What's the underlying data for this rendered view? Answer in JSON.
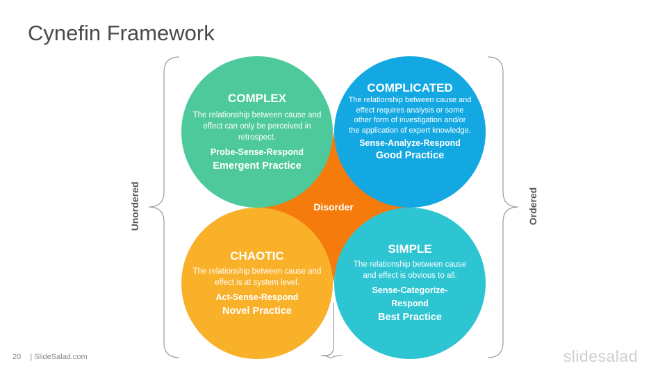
{
  "title": "Cynefin Framework",
  "quadrants": {
    "complex": {
      "title": "COMPLEX",
      "description": "The relationship between cause and effect can only be perceived in retrospect.",
      "method": "Probe-Sense-Respond",
      "practice": "Emergent Practice",
      "color": "#4dc99b"
    },
    "complicated": {
      "title": "COMPLICATED",
      "description": "The relationship between cause and effect requires analysis or some other form of investigation and/or the application of expert knowledge.",
      "method": "Sense-Analyze-Respond",
      "practice": "Good Practice",
      "color": "#14a8e2"
    },
    "chaotic": {
      "title": "CHAOTIC",
      "description": "The relationship between cause and effect is at system level.",
      "method": "Act-Sense-Respond",
      "practice": "Novel Practice",
      "color": "#f9b12a"
    },
    "simple": {
      "title": "SIMPLE",
      "description": "The relationship between cause and effect is obvious to all.",
      "method": "Sense-Categorize-Respond",
      "practice": "Best Practice",
      "color": "#2ec5d3"
    }
  },
  "center": {
    "label": "Disorder",
    "color": "#f57b0c"
  },
  "axes": {
    "left": "Unordered",
    "right": "Ordered"
  },
  "footer": {
    "page_number": "20",
    "source": "| SlideSalad.com"
  },
  "brand": "slidesalad"
}
